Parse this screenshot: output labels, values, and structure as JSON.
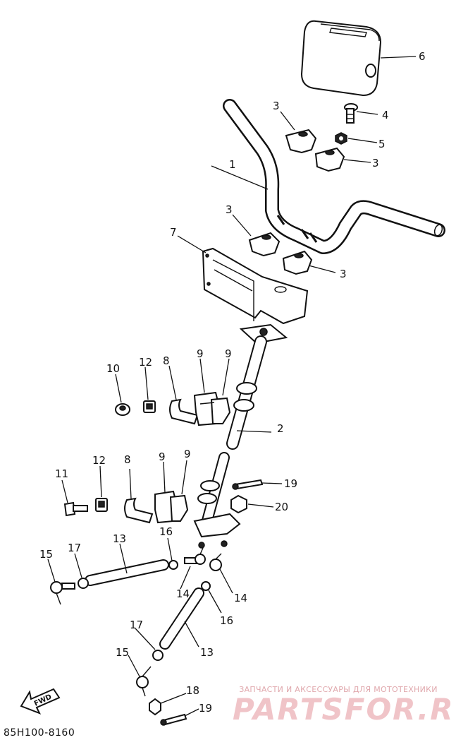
{
  "diagram": {
    "code": "85H100-8160",
    "fwd_label": "FWD",
    "callouts": [
      {
        "id": "c1",
        "text": "1"
      },
      {
        "id": "c2",
        "text": "2"
      },
      {
        "id": "c3a",
        "text": "3"
      },
      {
        "id": "c3b",
        "text": "3"
      },
      {
        "id": "c3c",
        "text": "3"
      },
      {
        "id": "c3d",
        "text": "3"
      },
      {
        "id": "c4",
        "text": "4"
      },
      {
        "id": "c5",
        "text": "5"
      },
      {
        "id": "c6",
        "text": "6"
      },
      {
        "id": "c7",
        "text": "7"
      },
      {
        "id": "c8a",
        "text": "8"
      },
      {
        "id": "c8b",
        "text": "8"
      },
      {
        "id": "c9a",
        "text": "9"
      },
      {
        "id": "c9b",
        "text": "9"
      },
      {
        "id": "c9c",
        "text": "9"
      },
      {
        "id": "c9d",
        "text": "9"
      },
      {
        "id": "c10",
        "text": "10"
      },
      {
        "id": "c11",
        "text": "11"
      },
      {
        "id": "c12a",
        "text": "12"
      },
      {
        "id": "c12b",
        "text": "12"
      },
      {
        "id": "c13a",
        "text": "13"
      },
      {
        "id": "c13b",
        "text": "13"
      },
      {
        "id": "c14a",
        "text": "14"
      },
      {
        "id": "c14b",
        "text": "14"
      },
      {
        "id": "c15a",
        "text": "15"
      },
      {
        "id": "c15b",
        "text": "15"
      },
      {
        "id": "c16a",
        "text": "16"
      },
      {
        "id": "c16b",
        "text": "16"
      },
      {
        "id": "c17a",
        "text": "17"
      },
      {
        "id": "c17b",
        "text": "17"
      },
      {
        "id": "c18",
        "text": "18"
      },
      {
        "id": "c19a",
        "text": "19"
      },
      {
        "id": "c19b",
        "text": "19"
      },
      {
        "id": "c20",
        "text": "20"
      }
    ]
  },
  "watermark": {
    "tagline": "ЗАПЧАСТИ И АКСЕССУАРЫ ДЛЯ МОТОТЕХНИКИ",
    "brand": "PARTSFOR.RU"
  }
}
